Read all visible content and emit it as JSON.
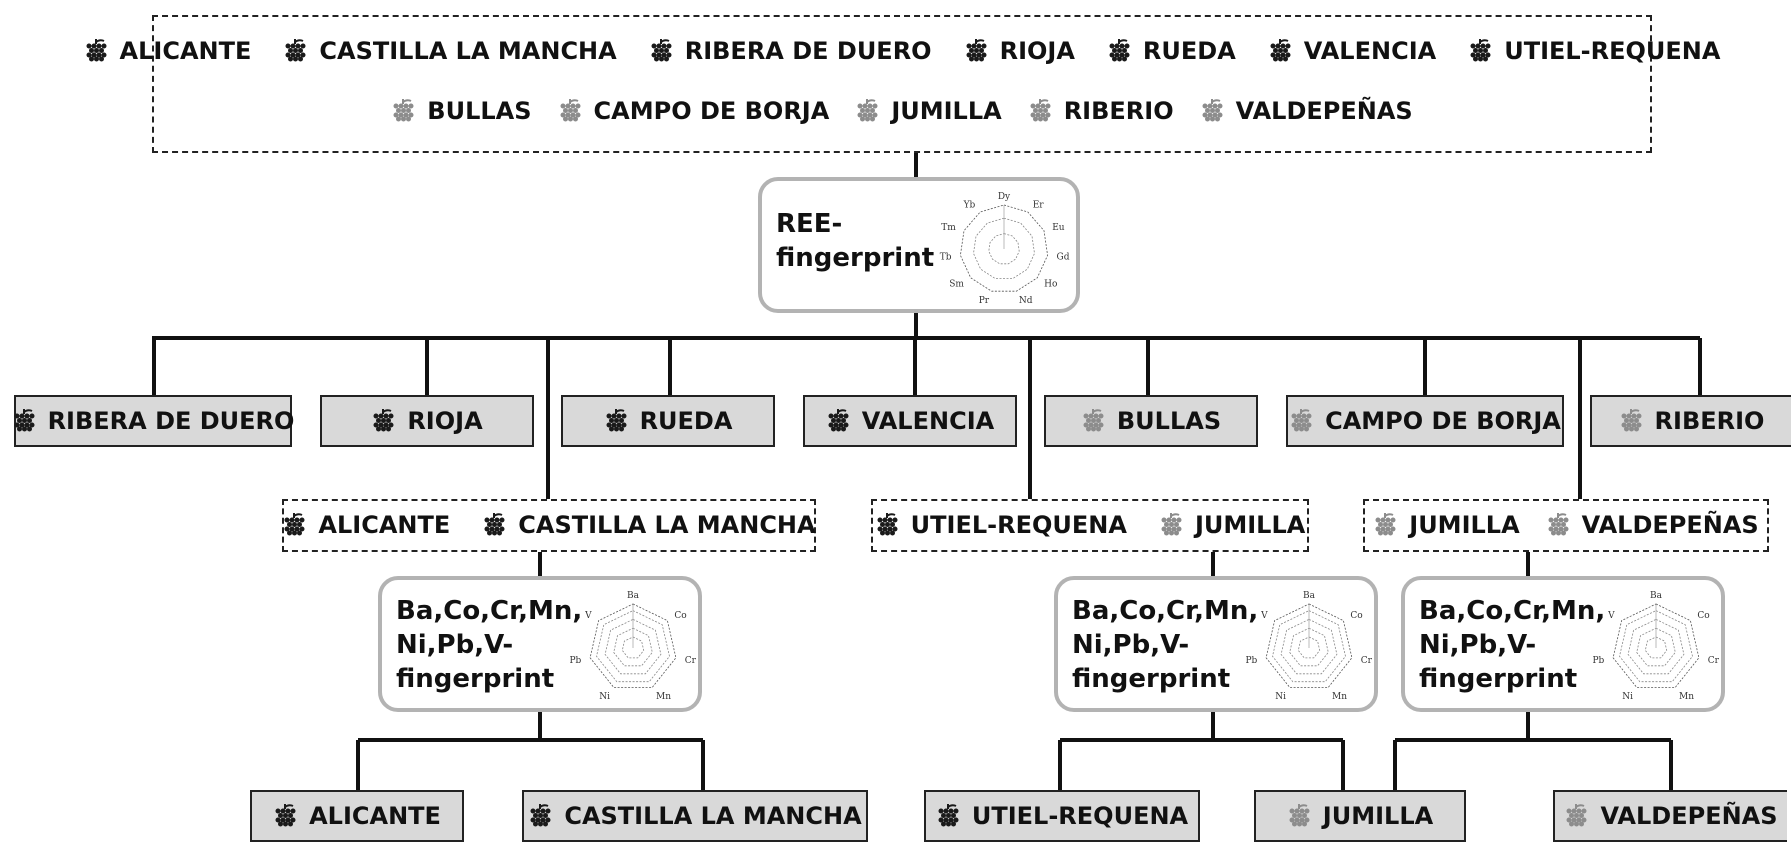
{
  "top_group": {
    "row1": [
      "ALICANTE",
      "CASTILLA LA MANCHA",
      "RIBERA DE DUERO",
      "RIOJA",
      "RUEDA",
      "VALENCIA",
      "UTIEL-REQUENA"
    ],
    "row2": [
      "BULLAS",
      "CAMPO DE BORJA",
      "JUMILLA",
      "RIBERIO",
      "VALDEPEÑAS"
    ]
  },
  "ree_node": {
    "line1": "REE-",
    "line2": "fingerprint",
    "radar_labels": [
      "Dy",
      "Er",
      "Eu",
      "Gd",
      "Ho",
      "Nd",
      "Pr",
      "Sm",
      "Tb",
      "Tm",
      "Yb"
    ]
  },
  "level1_leaves": [
    "RIBERA DE DUERO",
    "RIOJA",
    "RUEDA",
    "VALENCIA",
    "BULLAS",
    "CAMPO DE BORJA",
    "RIBERIO"
  ],
  "level1_groups": [
    [
      "ALICANTE",
      "CASTILLA LA MANCHA"
    ],
    [
      "UTIEL-REQUENA",
      "JUMILLA"
    ],
    [
      "JUMILLA",
      "VALDEPEÑAS"
    ]
  ],
  "metal_node": {
    "line1": "Ba,Co,Cr,Mn,",
    "line2": "Ni,Pb,V-",
    "line3": "fingerprint",
    "radar_labels": [
      "Ba",
      "Co",
      "Cr",
      "Mn",
      "Ni",
      "Pb",
      "V"
    ]
  },
  "level2_leaves": [
    "ALICANTE",
    "CASTILLA LA MANCHA",
    "UTIEL-REQUENA",
    "JUMILLA",
    "VALDEPEÑAS"
  ],
  "colors": {
    "grape_dark": "#1a1a1a",
    "grape_light": "#8c8c8c",
    "leaf_fill": "#d9d9d9",
    "node_border": "#b3b3b3"
  }
}
